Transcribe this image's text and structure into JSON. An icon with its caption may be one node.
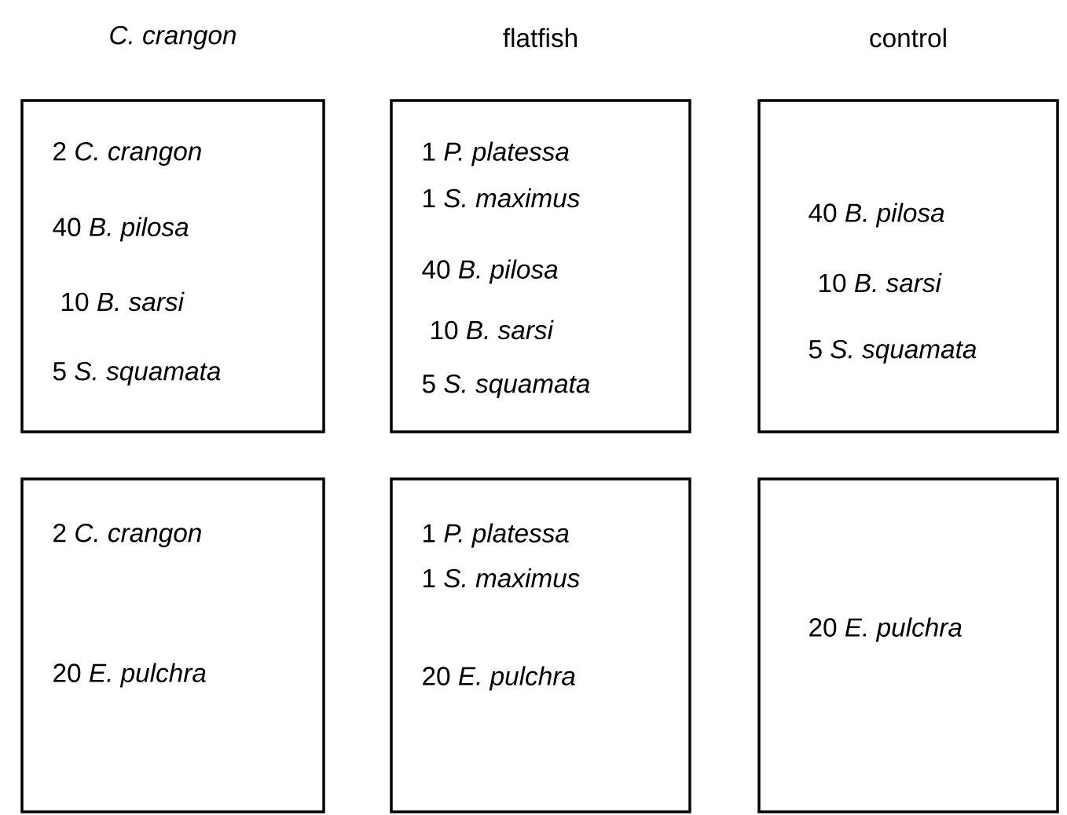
{
  "diagram": {
    "nodes": [
      {
        "text": [
          "2 *C. crangon*",
          "40 *B. pilosa*",
          "10 *B. sarsi*",
          "5 *S. squamata*"
        ]
      },
      {
        "text": [
          "1 *P. platessa*",
          "1 *S. maximus*",
          "40 *B. pilosa*",
          "10 *B. sarsi*",
          "5 *S. squamata*"
        ]
      },
      {
        "text": [
          "40 *B. pilosa*",
          "10 *B. sarsi*",
          "5 *S. squamata*"
        ]
      },
      {
        "text": [
          "2 *C. crangon*",
          "20 *E. pulchra*"
        ]
      },
      {
        "text": [
          "1 *P. platessa*",
          "1 *S. maximus*",
          "20 *E. pulchra*"
        ]
      },
      {
        "text": [
          "20 *E. pulchra*"
        ]
      }
    ],
    "labels": [
      "C. crangon",
      "flatfish",
      "control"
    ]
  }
}
